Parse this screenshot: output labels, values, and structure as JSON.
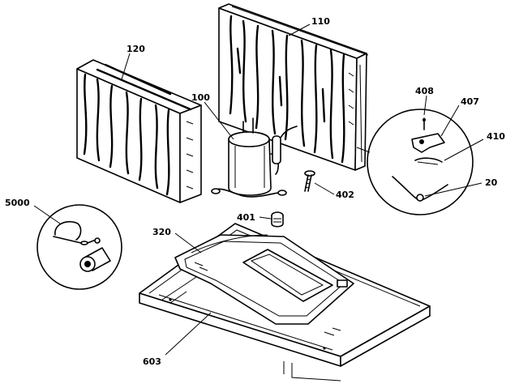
{
  "callouts": {
    "p120": "120",
    "p110": "110",
    "p100": "100",
    "p408": "408",
    "p407": "407",
    "p410": "410",
    "p20": "20",
    "p402": "402",
    "p401": "401",
    "p5000": "5000",
    "p320": "320",
    "p603": "603"
  },
  "colors": {
    "ink": "#000000",
    "paper": "#ffffff"
  }
}
